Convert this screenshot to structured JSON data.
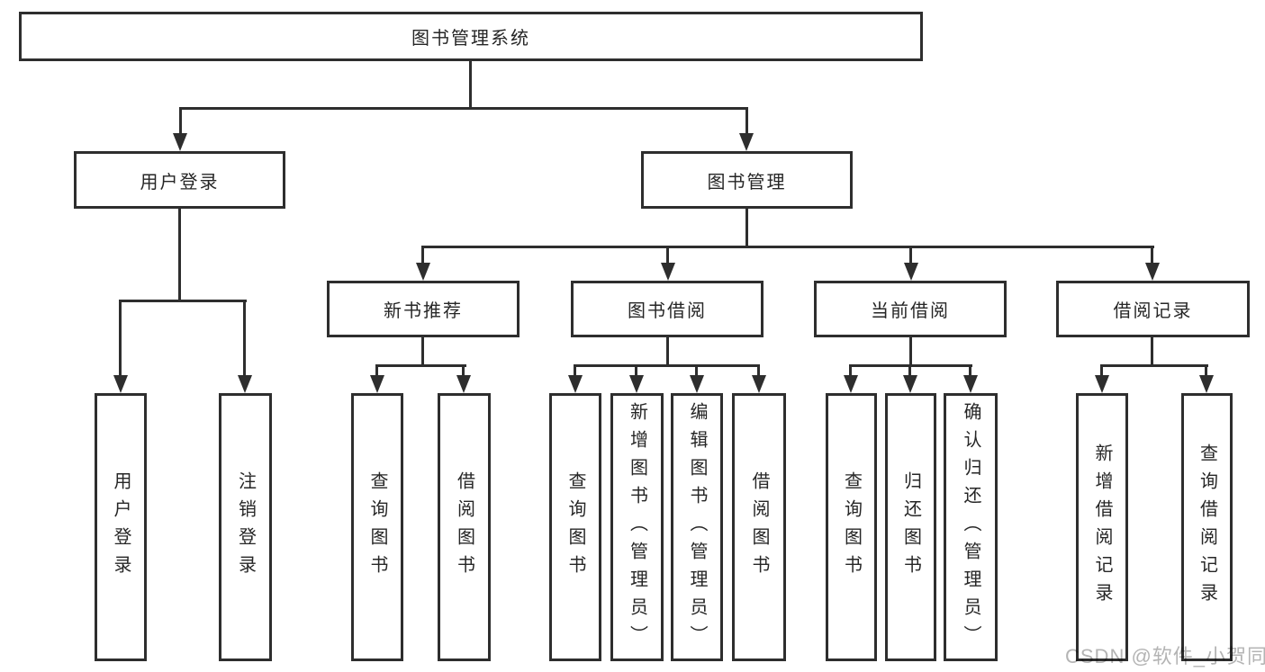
{
  "nodes": {
    "root": "图书管理系统",
    "user_login": "用户登录",
    "book_mgmt": "图书管理",
    "new_book": "新书推荐",
    "book_borrow": "图书借阅",
    "current_borrow": "当前借阅",
    "borrow_record": "借阅记录",
    "ul_login": "用户登录",
    "ul_logout": "注销登录",
    "nb_query": "查询图书",
    "nb_borrow": "借阅图书",
    "bb_query": "查询图书",
    "bb_add": "新增图书（管理员）",
    "bb_edit": "编辑图书（管理员）",
    "bb_borrow": "借阅图书",
    "cb_query": "查询图书",
    "cb_return": "归还图书",
    "cb_confirm": "确认归还（管理员）",
    "br_add": "新增借阅记录",
    "br_query": "查询借阅记录"
  },
  "watermark": "CSDN @软件_小贺同学",
  "colors": {
    "line": "#2e2e2e",
    "text": "#262626",
    "watermark": "#b4b4b4",
    "background": "#ffffff"
  }
}
